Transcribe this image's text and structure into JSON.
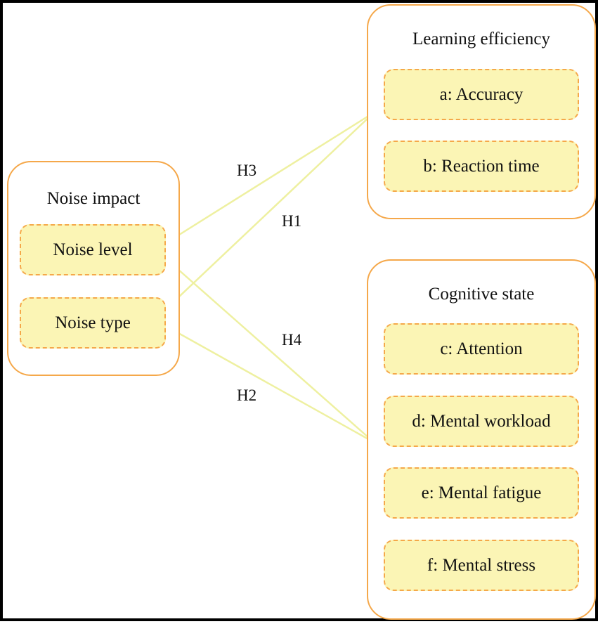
{
  "colors": {
    "border": "#f5a84a",
    "fill": "#fbf5b5",
    "link": "#eef0a0"
  },
  "noise_impact": {
    "title": "Noise impact",
    "items": [
      "Noise level",
      "Noise type"
    ]
  },
  "learning_efficiency": {
    "title": "Learning efficiency",
    "items": [
      "a: Accuracy",
      "b: Reaction time"
    ]
  },
  "cognitive_state": {
    "title": "Cognitive state",
    "items": [
      "c: Attention",
      "d: Mental workload",
      "e: Mental fatigue",
      "f: Mental stress"
    ]
  },
  "hypotheses": {
    "h1": "H1",
    "h2": "H2",
    "h3": "H3",
    "h4": "H4"
  }
}
